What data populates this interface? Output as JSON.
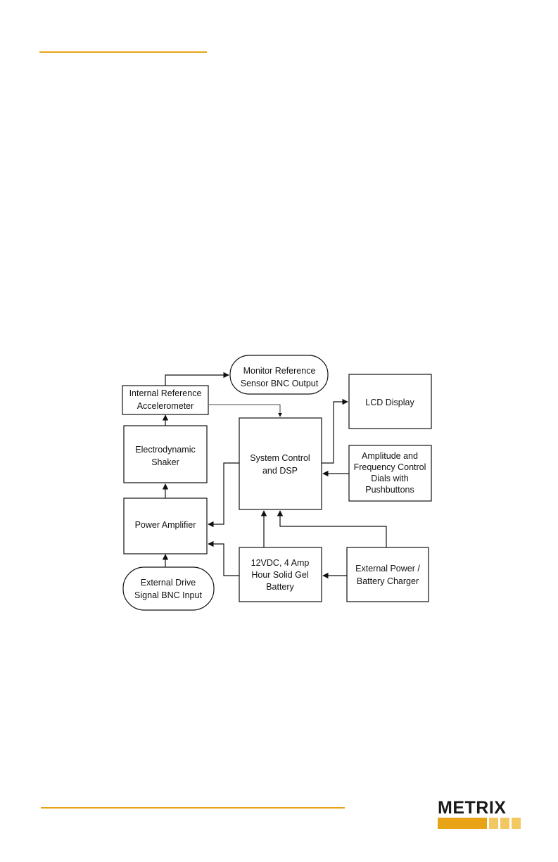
{
  "colors": {
    "accent": "#E8A317",
    "accent_light": "#F3C863",
    "ink": "#111111"
  },
  "diagram": {
    "monitor_ref": [
      "Monitor Reference",
      "Sensor BNC Output"
    ],
    "internal_ref": [
      "Internal Reference",
      "Accelerometer"
    ],
    "shaker": [
      "Electrodynamic",
      "Shaker"
    ],
    "power_amp": [
      "Power Amplifier"
    ],
    "ext_drive": [
      "External Drive",
      "Signal BNC Input"
    ],
    "system_control": [
      "System Control",
      "and DSP"
    ],
    "lcd": [
      "LCD Display"
    ],
    "dials": [
      "Amplitude and",
      "Frequency Control",
      "Dials with",
      "Pushbuttons"
    ],
    "battery": [
      "12VDC, 4 Amp",
      "Hour Solid Gel",
      "Battery"
    ],
    "ext_power": [
      "External Power /",
      "Battery Charger"
    ]
  },
  "logo": {
    "word": "METRIX"
  }
}
